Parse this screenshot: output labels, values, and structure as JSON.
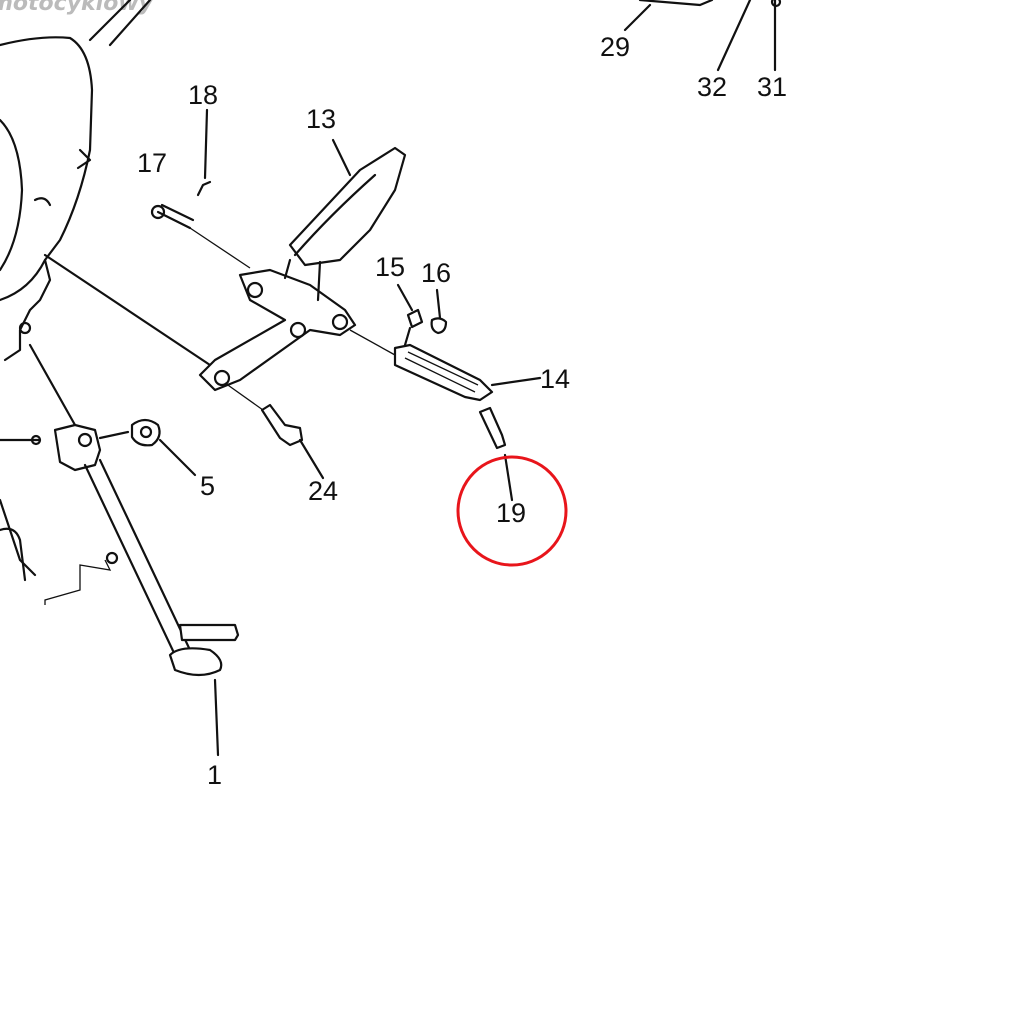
{
  "watermark": "motocyklowy",
  "labels": {
    "p29": "29",
    "p32": "32",
    "p31": "31",
    "p18": "18",
    "p13": "13",
    "p17": "17",
    "p15": "15",
    "p16": "16",
    "p14": "14",
    "p5": "5",
    "p24": "24",
    "p19": "19",
    "p1": "1"
  },
  "highlight": {
    "part": "19",
    "color": "#e8151b"
  }
}
